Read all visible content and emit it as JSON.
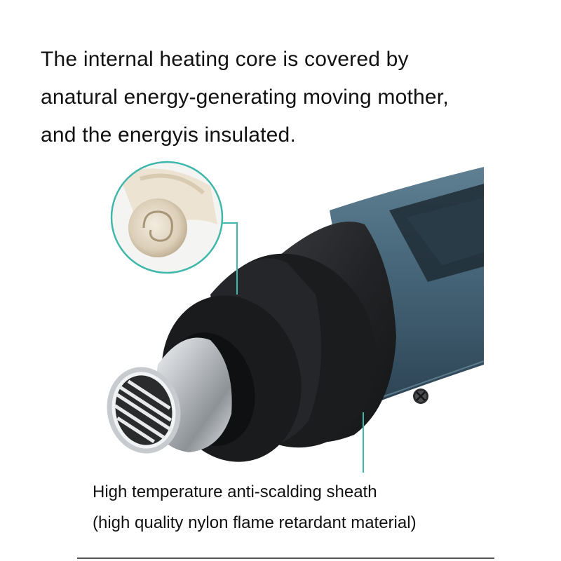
{
  "headline": {
    "line1": "The internal heating core is covered by",
    "line2": "anatural energy-generating moving mother,",
    "line3": "and the energyis insulated."
  },
  "caption": {
    "line1": "High temperature anti-scalding sheath",
    "line2": "(high quality nylon flame retardant material)"
  },
  "colors": {
    "accent_teal": "#3fb7aa",
    "body_blue": "#3e5f72",
    "sheath_black": "#1f2022",
    "nozzle_silver": "#c9ccd0",
    "insulation_cream": "#e7dcc8"
  },
  "icons": {
    "product": "heat-gun-icon",
    "inset": "insulation-roll-icon",
    "screw": "screw-icon"
  }
}
